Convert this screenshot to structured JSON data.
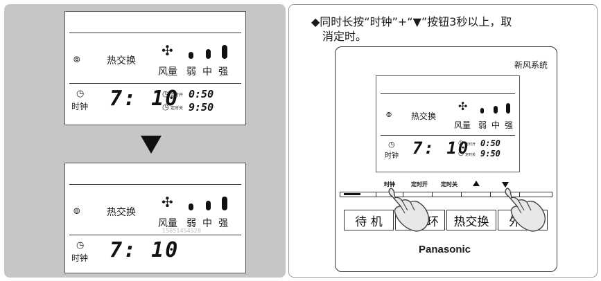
{
  "left": {
    "top_lcd": {
      "mode_label": "热交换",
      "fan_label": "风量",
      "speed_weak": "弱",
      "speed_mid": "中",
      "speed_strong": "强",
      "clock_label": "时钟",
      "time": "7: 10",
      "timer_on_label": "定时开",
      "timer_on_time": "0:50",
      "timer_off_label": "定时关",
      "timer_off_time": "9:50"
    },
    "bottom_lcd": {
      "mode_label": "热交换",
      "fan_label": "风量",
      "speed_weak": "弱",
      "speed_mid": "中",
      "speed_strong": "强",
      "watermark": "15851454528",
      "clock_label": "时钟",
      "time": "7: 10"
    }
  },
  "right": {
    "instruction_line1": "◆同时长按“时钟”+“▼”按钮3秒以上，取",
    "instruction_line2": "消定时。",
    "system_name": "新风系统",
    "lcd": {
      "mode_label": "热交换",
      "fan_label": "风量",
      "speed_weak": "弱",
      "speed_mid": "中",
      "speed_strong": "强",
      "clock_label": "时钟",
      "time": "7: 10",
      "timer_on_label": "定时开",
      "timer_on_time": "0:50",
      "timer_off_label": "定时关",
      "timer_off_time": "9:50"
    },
    "buttons": {
      "clock": "时钟",
      "timer_on": "定时开",
      "timer_off": "定时关"
    },
    "mode_buttons": {
      "standby": "待 机",
      "circulate": "循环",
      "heat_exchange": "热交换",
      "outer_circulate": "外 环"
    },
    "brand": "Panasonic"
  },
  "colors": {
    "left_bg": "#c6c6c6",
    "frame": "#9a9a9a"
  }
}
